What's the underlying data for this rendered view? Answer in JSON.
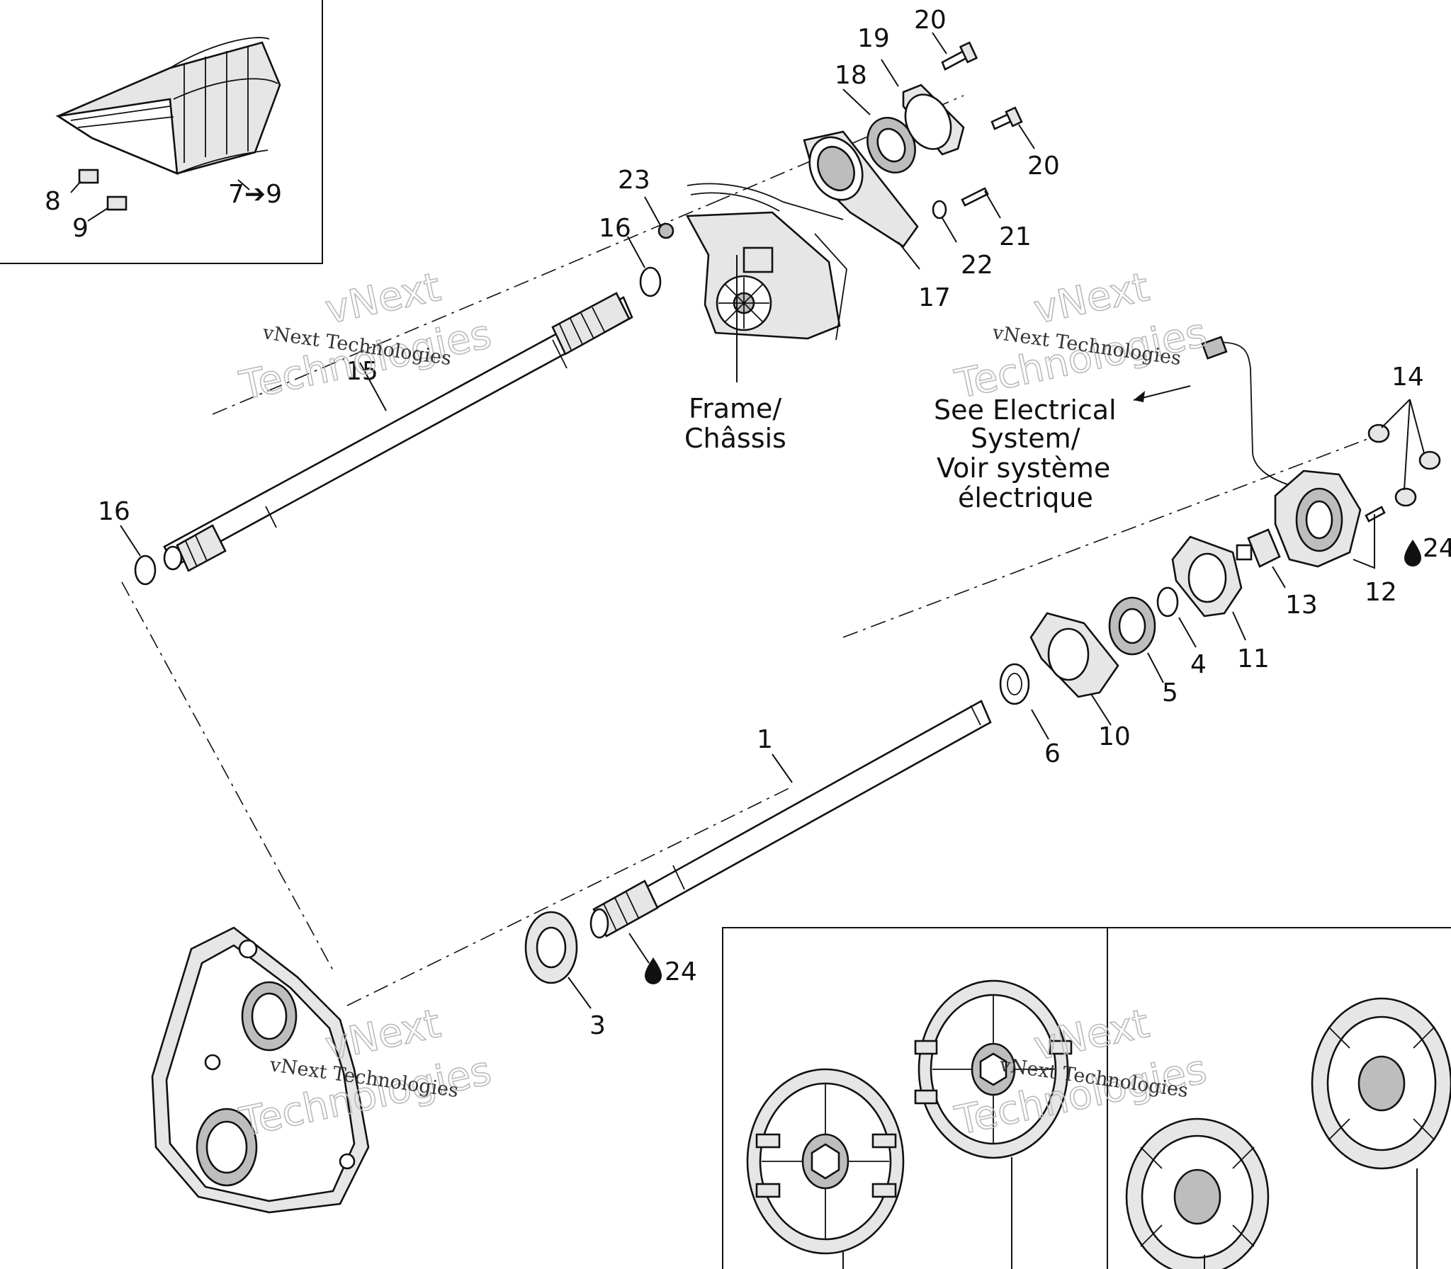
{
  "callouts": {
    "c1": "1",
    "c3": "3",
    "c4": "4",
    "c5": "5",
    "c6": "6",
    "c7_9": "7➔9",
    "c8": "8",
    "c9": "9",
    "c10": "10",
    "c11": "11",
    "c12": "12",
    "c13": "13",
    "c14": "14",
    "c15": "15",
    "c16a": "16",
    "c16b": "16",
    "c17": "17",
    "c18": "18",
    "c19": "19",
    "c20a": "20",
    "c20b": "20",
    "c21": "21",
    "c22": "22",
    "c23": "23",
    "c24a": "24",
    "c24b": "24"
  },
  "notes": {
    "frame_line1": "Frame/",
    "frame_line2": "Châssis",
    "elec_line1": "See Electrical",
    "elec_line2": "System/",
    "elec_line3": "Voir système",
    "elec_line4": "électrique"
  },
  "watermark": {
    "big_line1": "vNext",
    "big_line2": "Technologies",
    "small": "vNext Technologies"
  },
  "icons": {
    "lubricant": "oil-drop-icon",
    "arrow": "arrow-right-icon"
  }
}
